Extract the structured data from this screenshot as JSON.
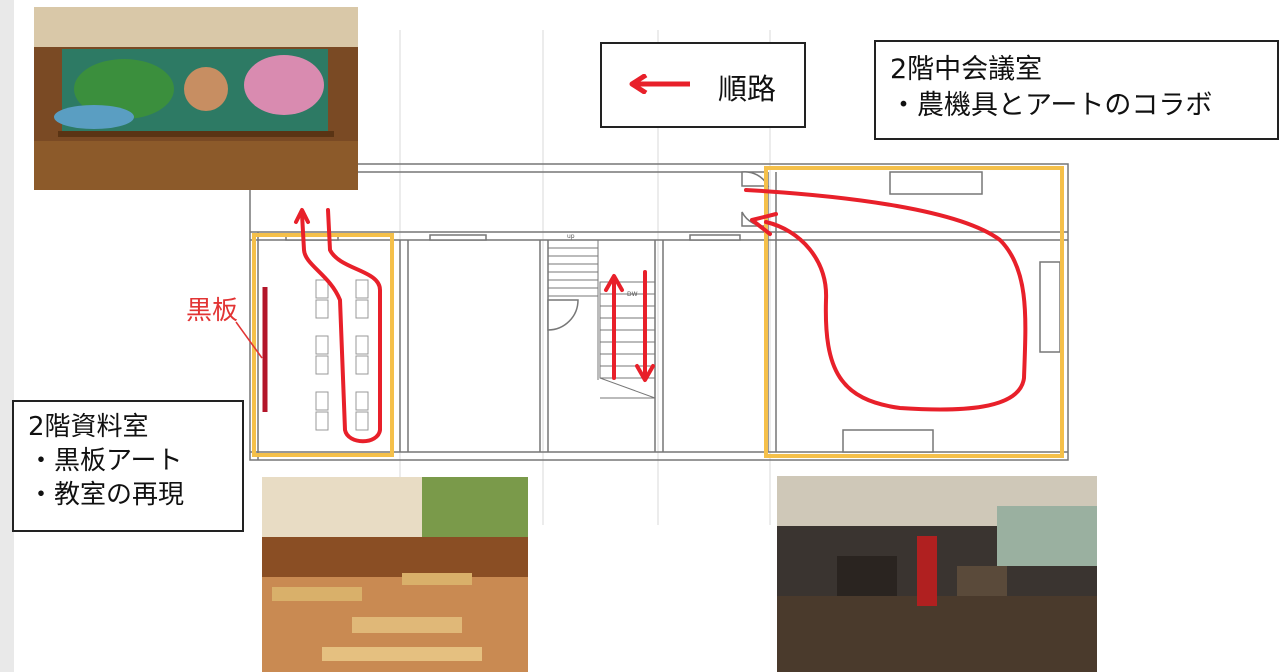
{
  "legend": {
    "label": "順路",
    "arrow_icon": "left-arrow-icon",
    "arrow_color": "#e8202a"
  },
  "blackboard_label": "黒板",
  "meeting_room": {
    "title": "2階中会議室",
    "items": [
      "・農機具とアートのコラボ"
    ]
  },
  "archive_room": {
    "title": "2階資料室",
    "items": [
      "・黒板アート",
      "・教室の再現"
    ]
  },
  "stairs": {
    "up_label": "up",
    "down_label": "DW"
  },
  "photos": [
    {
      "name": "blackboard-art-photo"
    },
    {
      "name": "classroom-photo"
    },
    {
      "name": "farm-tools-photo"
    }
  ],
  "colors": {
    "route": "#e8202a",
    "highlight": "#f5c04a",
    "blackboard": "#b3152a",
    "walls": "#777777"
  }
}
